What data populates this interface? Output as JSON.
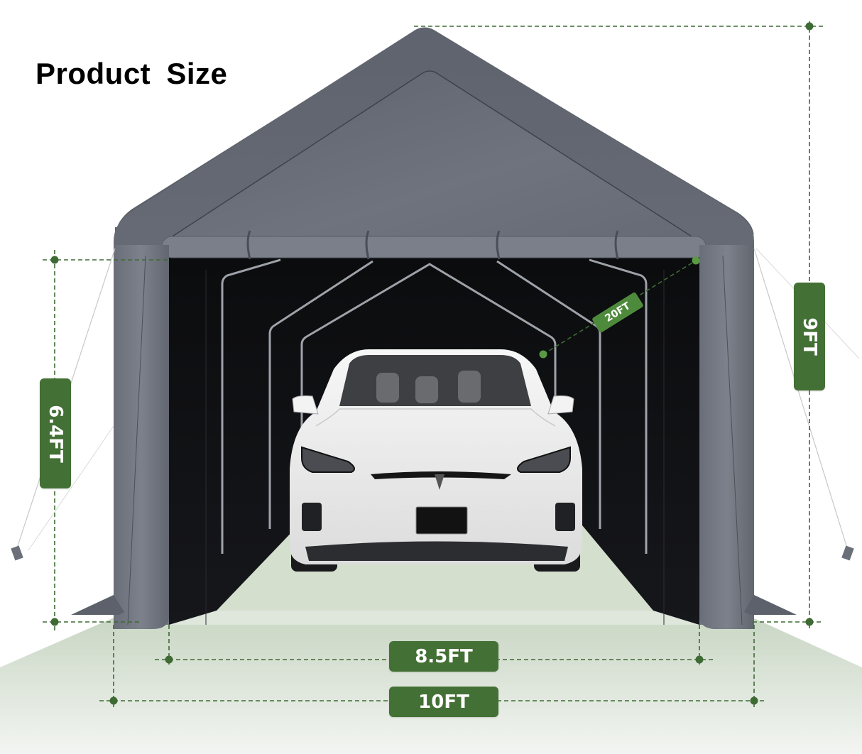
{
  "title": "Product Size",
  "colors": {
    "badge_green": "#437034",
    "dimension_line": "#3d6b33",
    "tent_gray": "#6b6f79",
    "tent_interior": "#0e0f12",
    "floor": "#dfe6dc",
    "car_white": "#f1f1f1"
  },
  "dimensions": {
    "total_height": {
      "label": "9FT",
      "orientation": "vertical",
      "side": "right"
    },
    "side_height": {
      "label": "6.4FT",
      "orientation": "vertical",
      "side": "left"
    },
    "length": {
      "label": "20FT",
      "orientation": "diagonal",
      "location": "interior"
    },
    "inner_width": {
      "label": "8.5FT",
      "orientation": "horizontal",
      "location": "bottom"
    },
    "outer_width": {
      "label": "10FT",
      "orientation": "horizontal",
      "location": "bottom"
    }
  },
  "scene": {
    "subject": "gray peaked-roof carport tent with a white electric SUV parked inside",
    "icons": [
      "tent-illustration",
      "car-illustration",
      "dimension-marker-dot"
    ]
  }
}
